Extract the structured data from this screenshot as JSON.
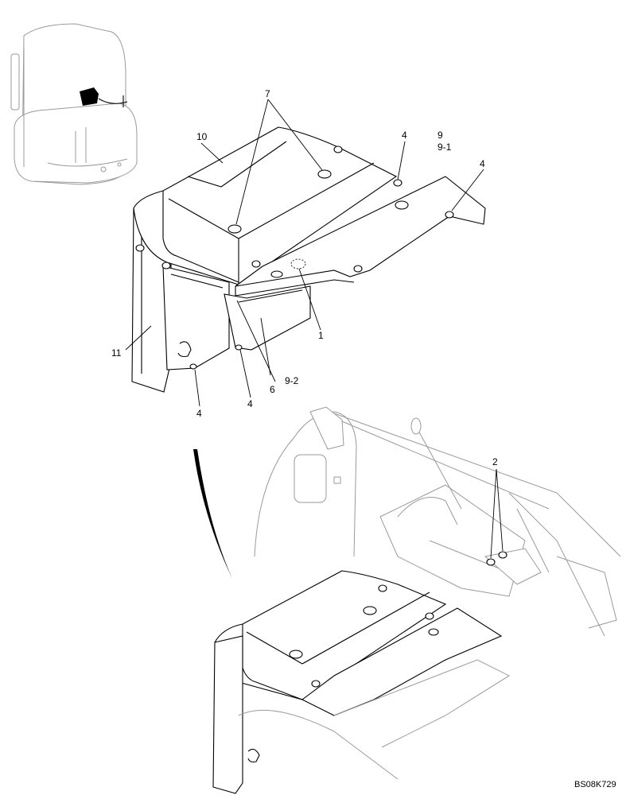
{
  "callouts": {
    "c1": "1",
    "c2": "2",
    "c4a": "4",
    "c4b": "4",
    "c4c": "4",
    "c4d": "4",
    "c6": "6",
    "c7": "7",
    "c9": "9",
    "c9_1": "9-1",
    "c9_2": "9-2",
    "c10": "10",
    "c11": "11"
  },
  "drawing_code": "BS08K729",
  "colors": {
    "line": "#000000",
    "light_line": "#9a9a9a",
    "background": "#ffffff"
  }
}
